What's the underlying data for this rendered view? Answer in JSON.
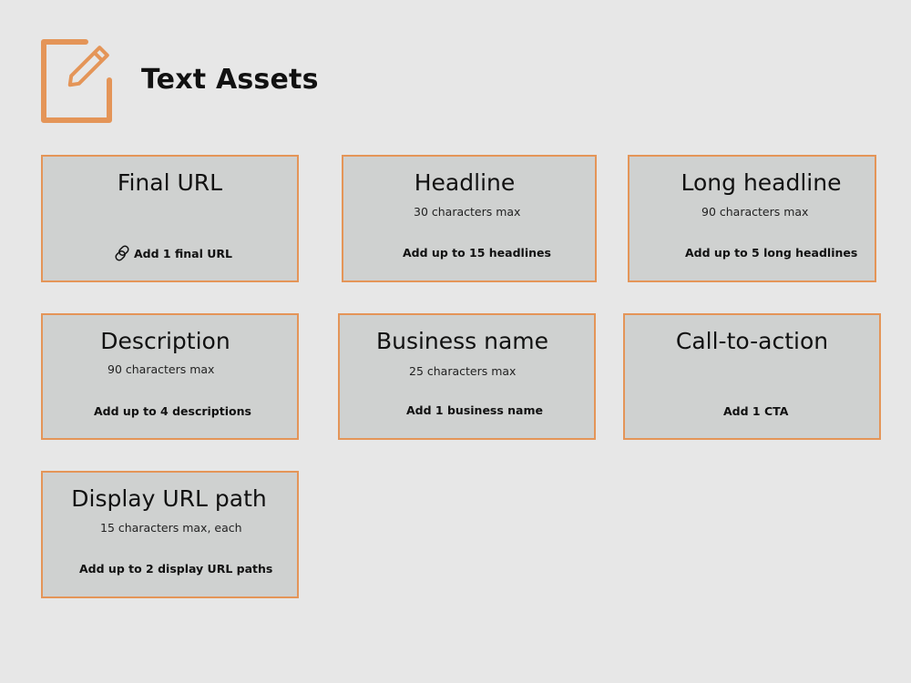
{
  "header": {
    "title": "Text Assets",
    "icon": "edit-pencil-icon",
    "accent_color": "#e49558"
  },
  "theme": {
    "background": "#e7e7e7",
    "card_background": "#cfd1d0",
    "card_border": "#e49558"
  },
  "cards": [
    {
      "title": "Final URL",
      "limit": "",
      "action": "Add 1 final URL",
      "icon": "link-icon"
    },
    {
      "title": "Headline",
      "limit": "30 characters max",
      "action": "Add up to 15 headlines"
    },
    {
      "title": "Long headline",
      "limit": "90 characters max",
      "action": "Add up to 5 long headlines"
    },
    {
      "title": "Description",
      "limit": "90 characters max",
      "action": "Add up to 4 descriptions"
    },
    {
      "title": "Business name",
      "limit": "25 characters max",
      "action": "Add  1 business name"
    },
    {
      "title": "Call-to-action",
      "limit": "",
      "action": "Add 1 CTA"
    },
    {
      "title": "Display URL path",
      "limit": "15 characters max, each",
      "action": "Add up to 2 display URL paths"
    }
  ]
}
